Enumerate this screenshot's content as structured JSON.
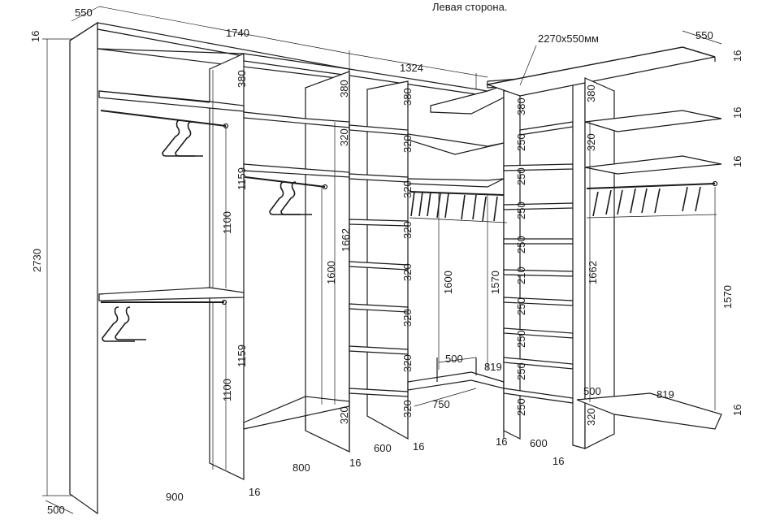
{
  "title": "Левая сторона.",
  "size_note": "2270х550мм",
  "labels": {
    "top_depth_left": "550",
    "top_thickness_left": "16",
    "width_1740": "1740",
    "width_1324": "1324",
    "top_depth_right": "550",
    "height_2730": "2730",
    "bottom_depth_500": "500",
    "bottom_900": "900",
    "bottom_16_a": "16",
    "bottom_800": "800",
    "bottom_16_b": "16",
    "bottom_600_a": "600",
    "bottom_16_c": "16",
    "bottom_16_d": "16",
    "bottom_600_b": "600",
    "bottom_16_e": "16",
    "col1_380": "380",
    "col1_1159_top": "1159",
    "col1_1100_top": "1100",
    "col1_1159_bot": "1159",
    "col1_1100_bot": "1100",
    "col2_380": "380",
    "col2_320": "320",
    "col2_1662": "1662",
    "col2_1600": "1600",
    "col2_320_bot": "320",
    "col3_380": "380",
    "col3_320_a": "320",
    "col3_320_b": "320",
    "col3_320_c": "320",
    "col3_320_d": "320",
    "col3_320_e": "320",
    "col3_320_f": "320",
    "col3_320_bot": "320",
    "corner_1600": "1600",
    "corner_1570": "1570",
    "corner_500": "500",
    "corner_819": "819",
    "corner_750": "750",
    "col4_380": "380",
    "col4_250_a": "250",
    "col4_250_b": "250",
    "col4_250_c": "250",
    "col4_250_d": "250",
    "col4_210": "210",
    "col4_250_e": "250",
    "col4_250_f": "250",
    "col4_250_g": "250",
    "col4_250_h": "250",
    "col5_380": "380",
    "col5_320": "320",
    "col5_1662": "1662",
    "col5_320_bot": "320",
    "right_16_top": "16",
    "right_16_mid": "16",
    "right_16_lower": "16",
    "right_1570": "1570",
    "right_500": "500",
    "right_819": "819",
    "right_16_bot": "16"
  }
}
